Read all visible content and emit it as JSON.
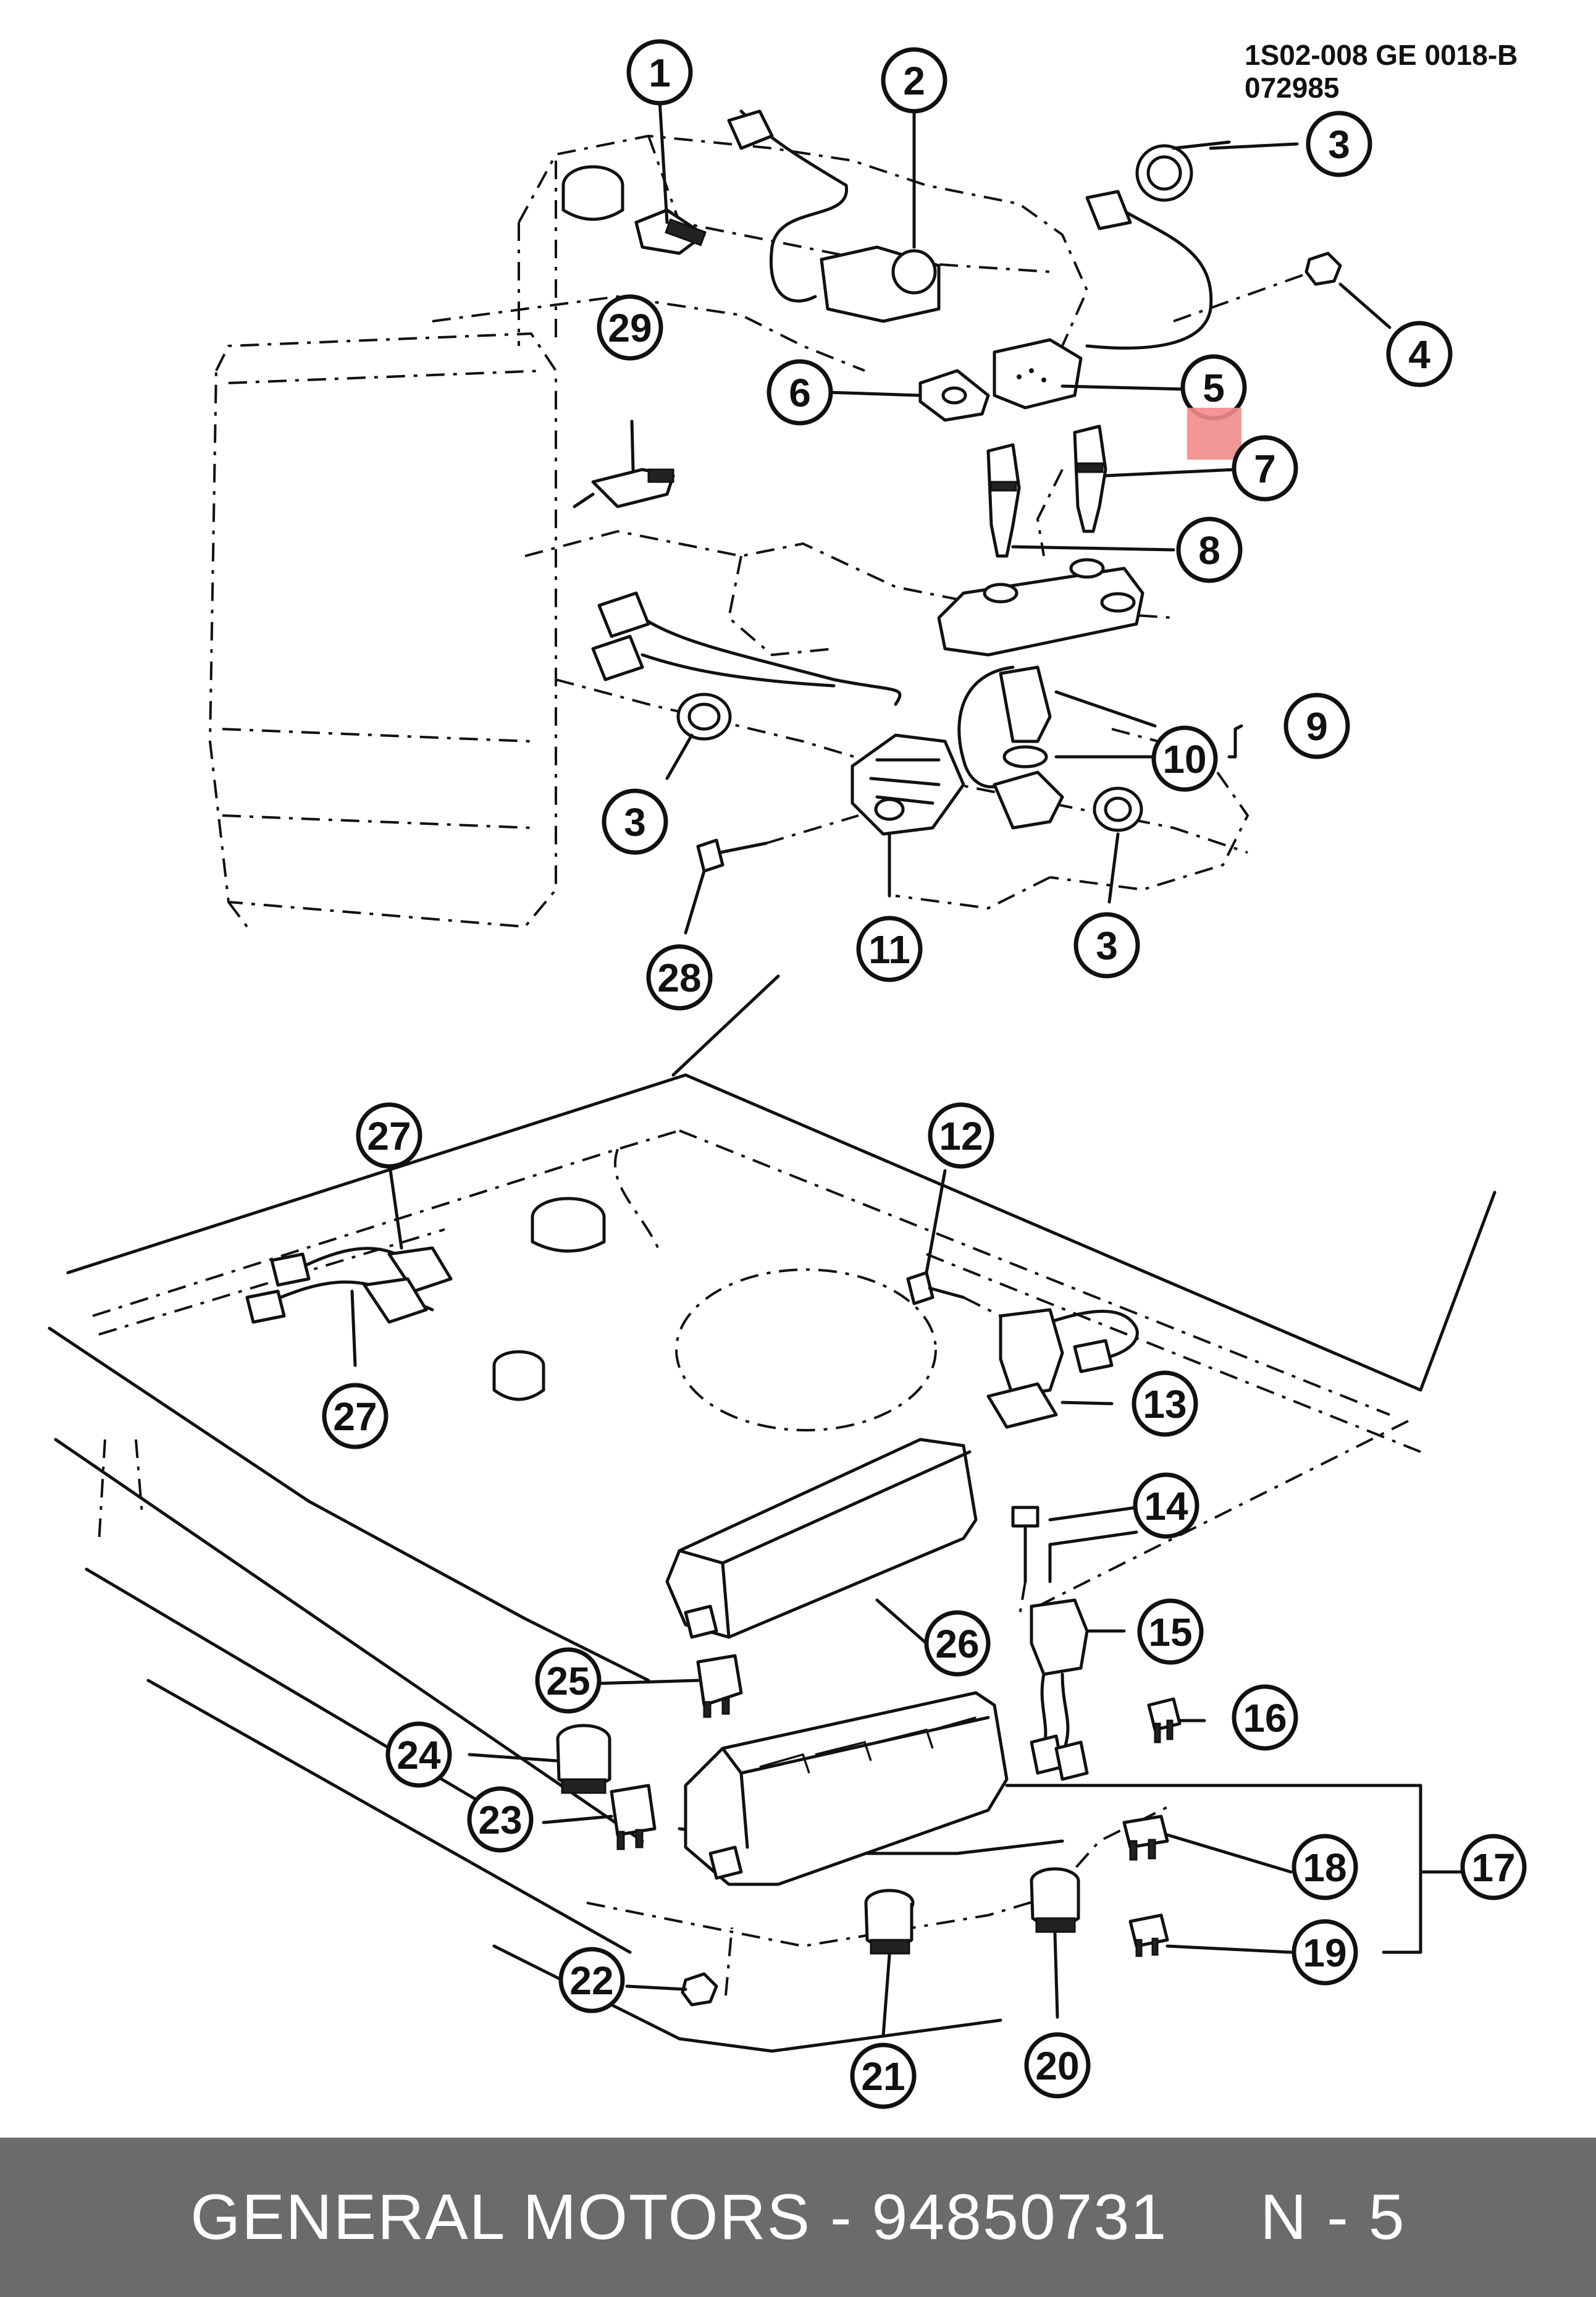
{
  "diagram": {
    "ref_code": "1S02-008 GE 0018-B",
    "ref_date": "072985",
    "callouts": [
      "1",
      "2",
      "3",
      "4",
      "5",
      "6",
      "7",
      "8",
      "9",
      "10",
      "11",
      "12",
      "13",
      "14",
      "15",
      "16",
      "17",
      "18",
      "19",
      "20",
      "21",
      "22",
      "23",
      "24",
      "25",
      "26",
      "27",
      "28",
      "29"
    ],
    "highlight_color": "#f28b8b"
  },
  "footer": {
    "brand_part": "GENERAL MOTORS - 94850731",
    "page": "N - 5"
  }
}
